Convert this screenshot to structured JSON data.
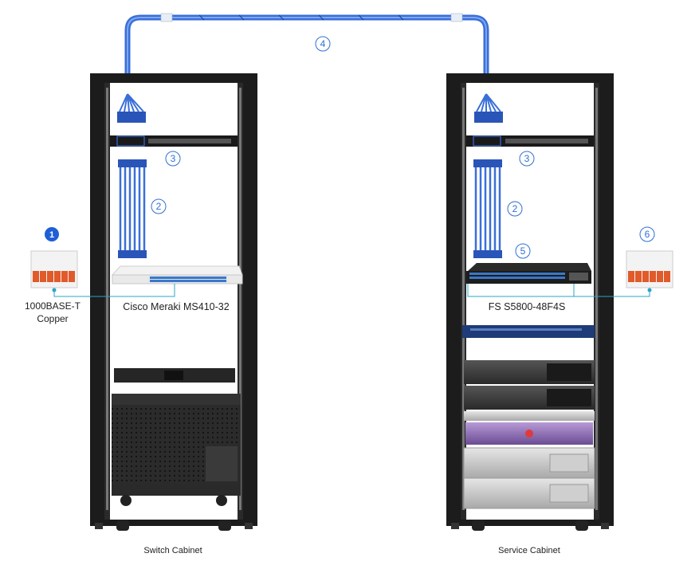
{
  "transceiver_left": {
    "line1": "1000BASE-T",
    "line2": "Copper"
  },
  "cabinets": [
    {
      "name": "Switch Cabinet",
      "switch_label": "Cisco Meraki MS410-32"
    },
    {
      "name": "Service Cabinet",
      "switch_label": "FS S5800-48F4S"
    }
  ],
  "steps": [
    "1",
    "2",
    "3",
    "4",
    "5",
    "6"
  ],
  "colors": {
    "cable": "#3a6fd8",
    "cable_light": "#6f9bef",
    "rack": "#1c1c1c",
    "step": "#2f6fd6",
    "step_filled": "#1f5fd6",
    "link": "#2aa4c8"
  }
}
